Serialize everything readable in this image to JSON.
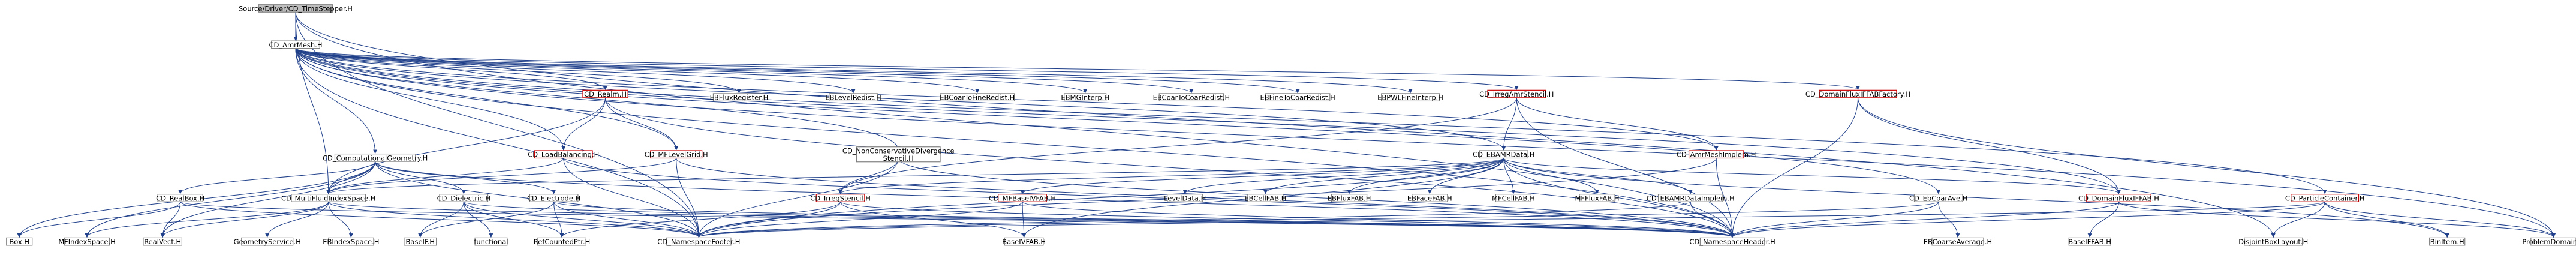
{
  "diagram": {
    "root": "Source/Driver/CD_TimeStepper.H",
    "colors": {
      "edge": "#1f3f8a",
      "node_border": "#808080",
      "missing_border": "#cc0000",
      "root_fill": "#bfbfbf",
      "text": "#000000"
    },
    "nodes": [
      {
        "id": "root",
        "label": "Source/Driver/CD_TimeStepper.H",
        "kind": "root"
      },
      {
        "id": "amr",
        "label": "CD_AmrMesh.H",
        "kind": "documented"
      },
      {
        "id": "cg",
        "label": "CD_ComputationalGeometry.H",
        "kind": "documented"
      },
      {
        "id": "realm",
        "label": "CD_Realm.H",
        "kind": "missing"
      },
      {
        "id": "ebflux",
        "label": "EBFluxRegister.H",
        "kind": "external"
      },
      {
        "id": "eblevel",
        "label": "EBLevelRedist.H",
        "kind": "external"
      },
      {
        "id": "ebcoartofine",
        "label": "EBCoarToFineRedist.H",
        "kind": "external"
      },
      {
        "id": "ebmginterp",
        "label": "EBMGInterp.H",
        "kind": "external"
      },
      {
        "id": "ebcoartocoar",
        "label": "EBCoarToCoarRedist.H",
        "kind": "external"
      },
      {
        "id": "ebfinetocoar",
        "label": "EBFineToCoarRedist.H",
        "kind": "external"
      },
      {
        "id": "ebpwl",
        "label": "EBPWLFineInterp.H",
        "kind": "external"
      },
      {
        "id": "irregamr",
        "label": "CD_IrregAmrStencil.H",
        "kind": "missing"
      },
      {
        "id": "dfifab",
        "label": "CD_DomainFluxIFFABFactory.H",
        "kind": "missing"
      },
      {
        "id": "lb",
        "label": "CD_LoadBalancing.H",
        "kind": "missing"
      },
      {
        "id": "mflevel",
        "label": "CD_MFLevelGrid.H",
        "kind": "missing"
      },
      {
        "id": "noncons",
        "label": "CD_NonConservativeDivergence\nStencil.H",
        "kind": "documented"
      },
      {
        "id": "ebamr",
        "label": "CD_EBAMRData.H",
        "kind": "documented"
      },
      {
        "id": "amrimpl",
        "label": "CD_AmrMeshImplem.H",
        "kind": "missing"
      },
      {
        "id": "mfis",
        "label": "CD_MultiFluidIndexSpace.H",
        "kind": "documented"
      },
      {
        "id": "realbox",
        "label": "CD_RealBox.H",
        "kind": "documented"
      },
      {
        "id": "diel",
        "label": "CD_Dielectric.H",
        "kind": "documented"
      },
      {
        "id": "elec",
        "label": "CD_Electrode.H",
        "kind": "documented"
      },
      {
        "id": "irregst",
        "label": "CD_IrregStencil.H",
        "kind": "missing"
      },
      {
        "id": "mfbase",
        "label": "CD_MFBaseIVFAB.H",
        "kind": "missing"
      },
      {
        "id": "leveldata",
        "label": "LevelData.H",
        "kind": "external"
      },
      {
        "id": "ebcellfab",
        "label": "EBCellFAB.H",
        "kind": "external"
      },
      {
        "id": "ebfluxfab",
        "label": "EBFluxFAB.H",
        "kind": "external"
      },
      {
        "id": "ebfacefab",
        "label": "EBFaceFAB.H",
        "kind": "external"
      },
      {
        "id": "mfcellfab",
        "label": "MFCellFAB.H",
        "kind": "external"
      },
      {
        "id": "mffluxfab",
        "label": "MFFluxFAB.H",
        "kind": "external"
      },
      {
        "id": "ebamrimpl",
        "label": "CD_EBAMRDataImplem.H",
        "kind": "documented"
      },
      {
        "id": "ebcoarave",
        "label": "CD_EbCoarAve.H",
        "kind": "documented"
      },
      {
        "id": "dfifabh",
        "label": "CD_DomainFluxIFFAB.H",
        "kind": "missing"
      },
      {
        "id": "pc",
        "label": "CD_ParticleContainer.H",
        "kind": "missing"
      },
      {
        "id": "box",
        "label": "Box.H",
        "kind": "external"
      },
      {
        "id": "mfindexspace",
        "label": "MFIndexSpace.H",
        "kind": "external"
      },
      {
        "id": "realvect",
        "label": "RealVect.H",
        "kind": "external"
      },
      {
        "id": "geomservice",
        "label": "GeometryService.H",
        "kind": "external"
      },
      {
        "id": "ebindexspace",
        "label": "EBIndexSpace.H",
        "kind": "external"
      },
      {
        "id": "baseif",
        "label": "BaseIF.H",
        "kind": "external"
      },
      {
        "id": "functional",
        "label": "functional",
        "kind": "external"
      },
      {
        "id": "refcounted",
        "label": "RefCountedPtr.H",
        "kind": "external"
      },
      {
        "id": "nsfooter",
        "label": "CD_NamespaceFooter.H",
        "kind": "documented"
      },
      {
        "id": "baseivfab",
        "label": "BaseIVFAB.H",
        "kind": "external"
      },
      {
        "id": "nsheader",
        "label": "CD_NamespaceHeader.H",
        "kind": "documented"
      },
      {
        "id": "ebcoarsenave",
        "label": "EBCoarseAverage.H",
        "kind": "external"
      },
      {
        "id": "baseiffab",
        "label": "BaseIFFAB.H",
        "kind": "external"
      },
      {
        "id": "disjoint",
        "label": "DisjointBoxLayout.H",
        "kind": "external"
      },
      {
        "id": "binitem",
        "label": "BinItem.H",
        "kind": "external"
      },
      {
        "id": "probdomain",
        "label": "ProblemDomain.H",
        "kind": "external"
      }
    ]
  }
}
